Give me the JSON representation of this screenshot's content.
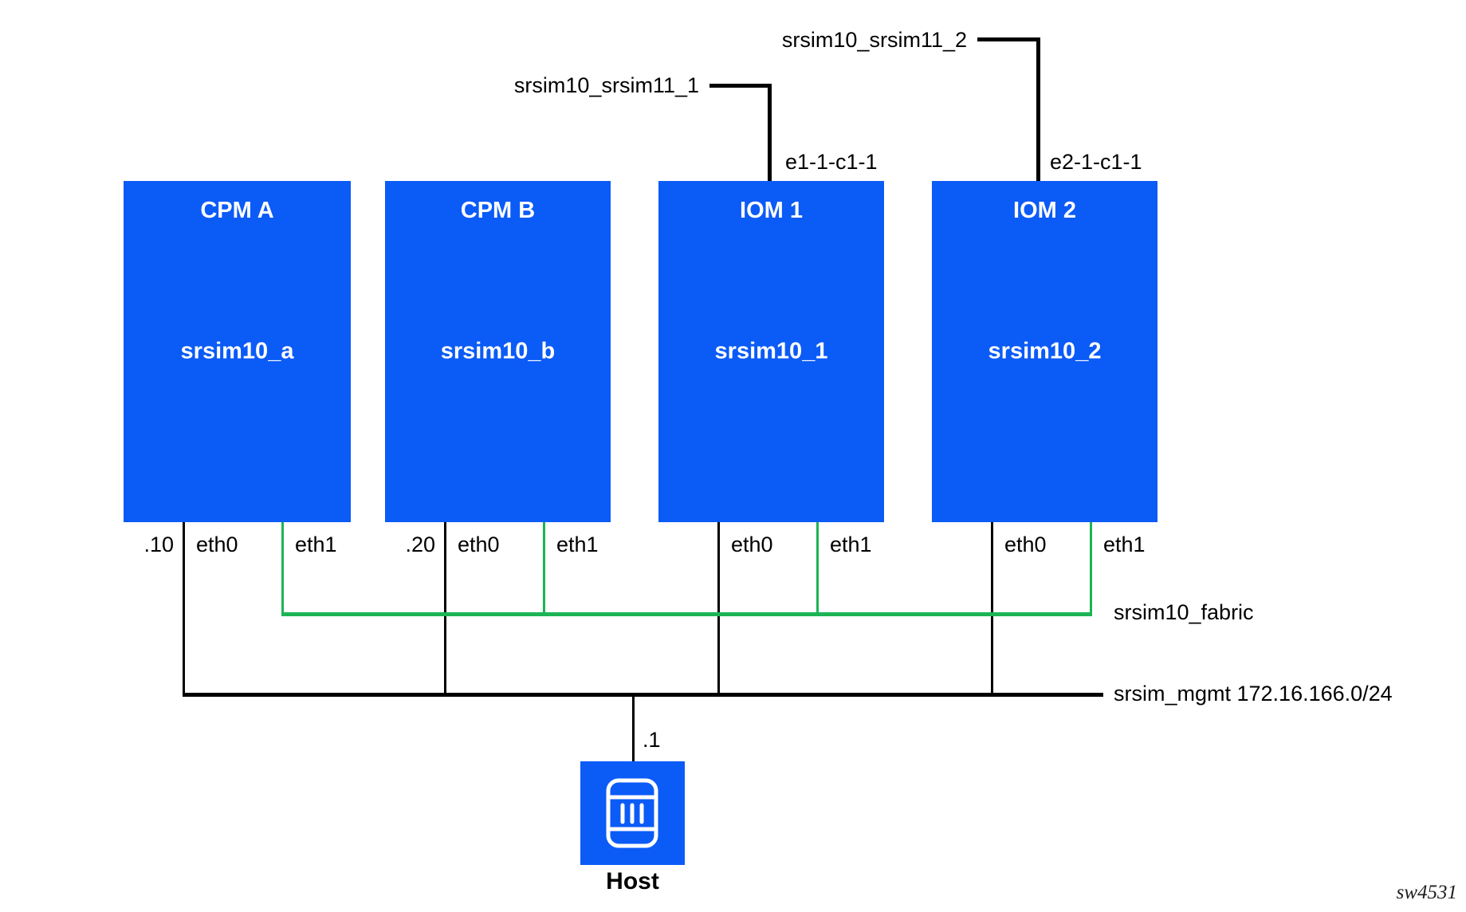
{
  "colors": {
    "node_fill": "#0B5BF7",
    "fabric_line": "#1CB454",
    "mgmt_line": "#000000",
    "node_text": "#FFFFFF",
    "label_text": "#000000"
  },
  "top_links": [
    {
      "label": "srsim10_srsim11_1",
      "port": "e1-1-c1-1"
    },
    {
      "label": "srsim10_srsim11_2",
      "port": "e2-1-c1-1"
    }
  ],
  "nodes": [
    {
      "title": "CPM A",
      "name": "srsim10_a",
      "mgmt_addr": ".10",
      "eth0": "eth0",
      "eth1": "eth1"
    },
    {
      "title": "CPM B",
      "name": "srsim10_b",
      "mgmt_addr": ".20",
      "eth0": "eth0",
      "eth1": "eth1"
    },
    {
      "title": "IOM 1",
      "name": "srsim10_1",
      "eth0": "eth0",
      "eth1": "eth1"
    },
    {
      "title": "IOM 2",
      "name": "srsim10_2",
      "eth0": "eth0",
      "eth1": "eth1"
    }
  ],
  "buses": {
    "fabric": {
      "label": "srsim10_fabric"
    },
    "mgmt": {
      "label": "srsim_mgmt 172.16.166.0/24"
    }
  },
  "host": {
    "label": "Host",
    "mgmt_addr": ".1",
    "icon": "server-icon"
  },
  "watermark": "sw4531"
}
